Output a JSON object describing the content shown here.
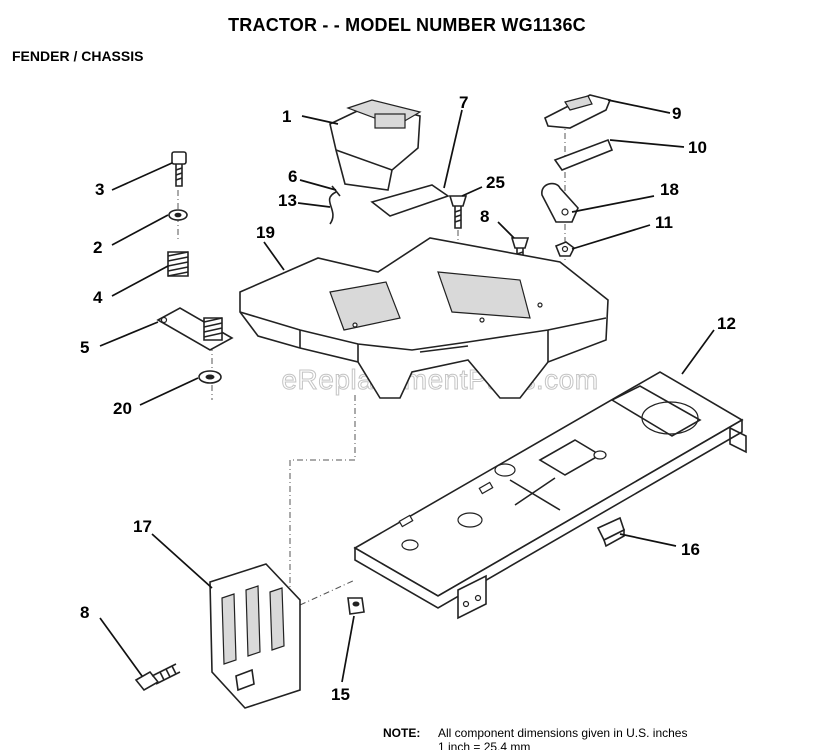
{
  "header": {
    "title": "TRACTOR - - MODEL NUMBER WG1136C",
    "section": "FENDER / CHASSIS"
  },
  "callouts": [
    {
      "id": "c1",
      "label": "1"
    },
    {
      "id": "c2",
      "label": "2"
    },
    {
      "id": "c3",
      "label": "3"
    },
    {
      "id": "c4",
      "label": "4"
    },
    {
      "id": "c5",
      "label": "5"
    },
    {
      "id": "c6",
      "label": "6"
    },
    {
      "id": "c7",
      "label": "7"
    },
    {
      "id": "c8a",
      "label": "8"
    },
    {
      "id": "c8b",
      "label": "8"
    },
    {
      "id": "c9",
      "label": "9"
    },
    {
      "id": "c10",
      "label": "10"
    },
    {
      "id": "c11",
      "label": "11"
    },
    {
      "id": "c12",
      "label": "12"
    },
    {
      "id": "c13",
      "label": "13"
    },
    {
      "id": "c15",
      "label": "15"
    },
    {
      "id": "c16",
      "label": "16"
    },
    {
      "id": "c17",
      "label": "17"
    },
    {
      "id": "c18",
      "label": "18"
    },
    {
      "id": "c19",
      "label": "19"
    },
    {
      "id": "c20",
      "label": "20"
    },
    {
      "id": "c25",
      "label": "25"
    }
  ],
  "watermark": "eReplacementParts.com",
  "note": {
    "label": "NOTE:",
    "line1": "All component dimensions given in U.S. inches",
    "line2": "1 inch = 25.4 mm"
  }
}
